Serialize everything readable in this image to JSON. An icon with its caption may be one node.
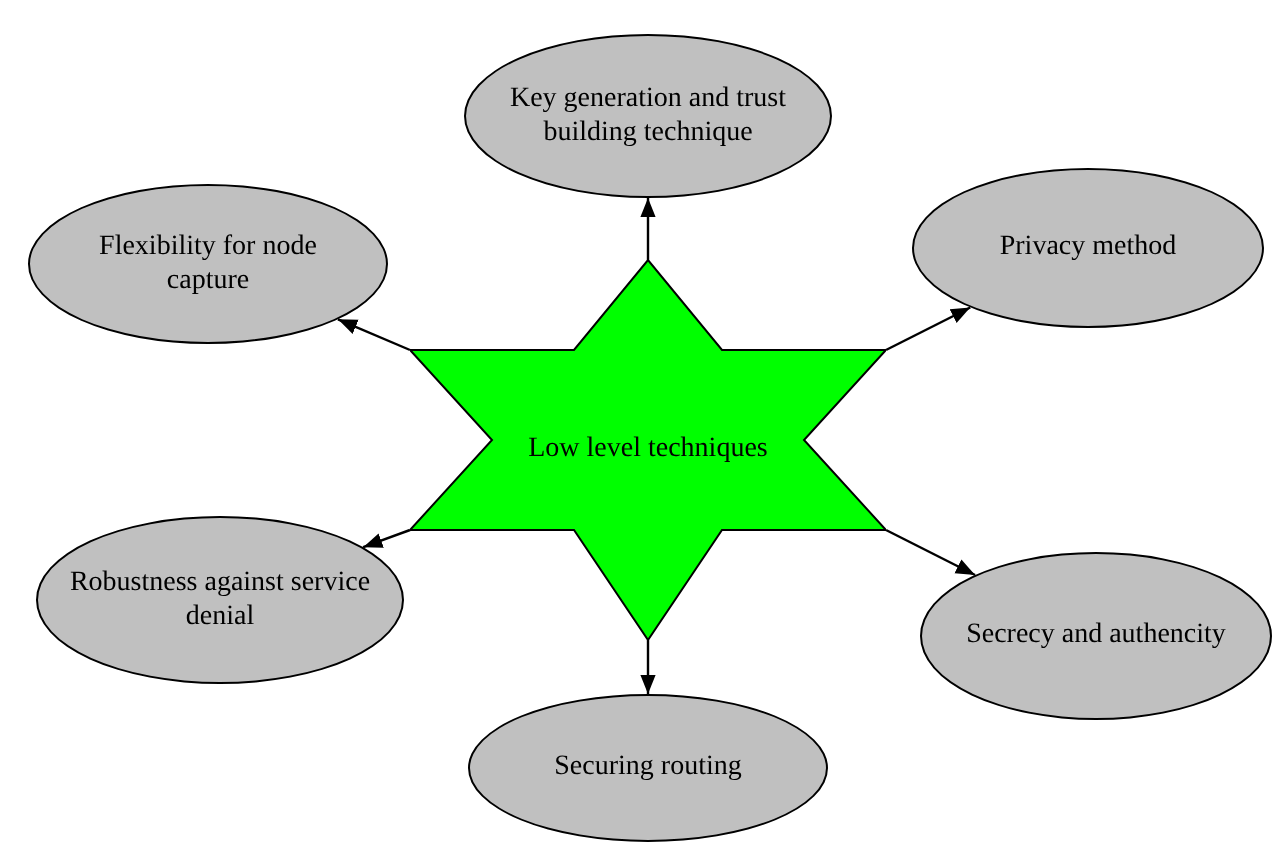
{
  "diagram": {
    "nodes": [
      {
        "text": [
          "Low level techniques"
        ]
      },
      {
        "text": [
          "Key generation and trust building technique"
        ]
      },
      {
        "text": [
          "Flexibility for node capture"
        ]
      },
      {
        "text": [
          "Privacy method"
        ]
      },
      {
        "text": [
          "Robustness against service denial"
        ]
      },
      {
        "text": [
          "Secrecy and authencity"
        ]
      },
      {
        "text": [
          "Securing routing"
        ]
      }
    ],
    "edges": [
      {
        "from": 0,
        "to": 1,
        "arrow": "to"
      },
      {
        "from": 0,
        "to": 2,
        "arrow": "to"
      },
      {
        "from": 0,
        "to": 3,
        "arrow": "to"
      },
      {
        "from": 0,
        "to": 4,
        "arrow": "to"
      },
      {
        "from": 0,
        "to": 5,
        "arrow": "to"
      },
      {
        "from": 0,
        "to": 6,
        "arrow": "to"
      }
    ]
  }
}
